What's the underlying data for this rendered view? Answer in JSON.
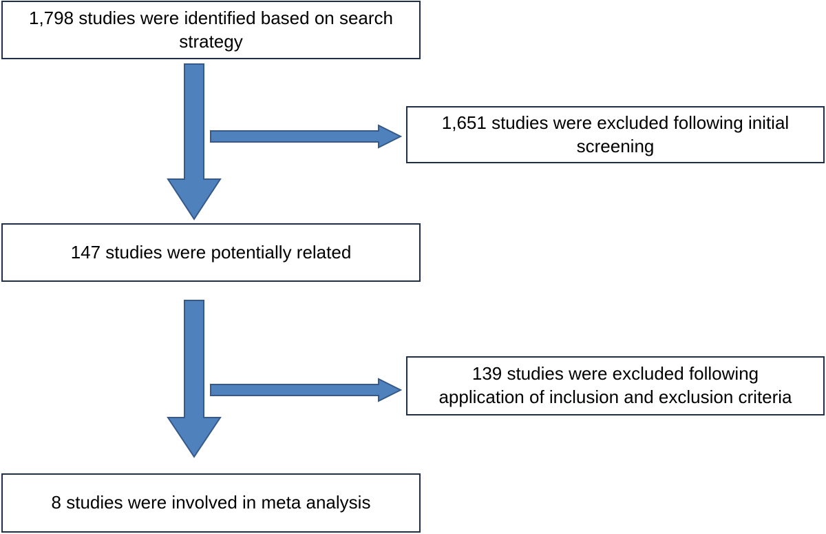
{
  "flow": {
    "steps": [
      {
        "id": "identified",
        "text": "1,798 studies were identified based on search\nstrategy"
      },
      {
        "id": "excluded-screening",
        "text": "1,651 studies were excluded following initial\nscreening"
      },
      {
        "id": "potentially-related",
        "text": "147 studies were potentially related"
      },
      {
        "id": "excluded-criteria",
        "text": "139 studies were excluded following\napplication of inclusion and exclusion criteria"
      },
      {
        "id": "included",
        "text": "8 studies were involved in meta analysis"
      }
    ]
  },
  "colors": {
    "arrow_fill": "#4f81bd",
    "arrow_stroke": "#36598c",
    "box_border": "#1f2f4a"
  }
}
